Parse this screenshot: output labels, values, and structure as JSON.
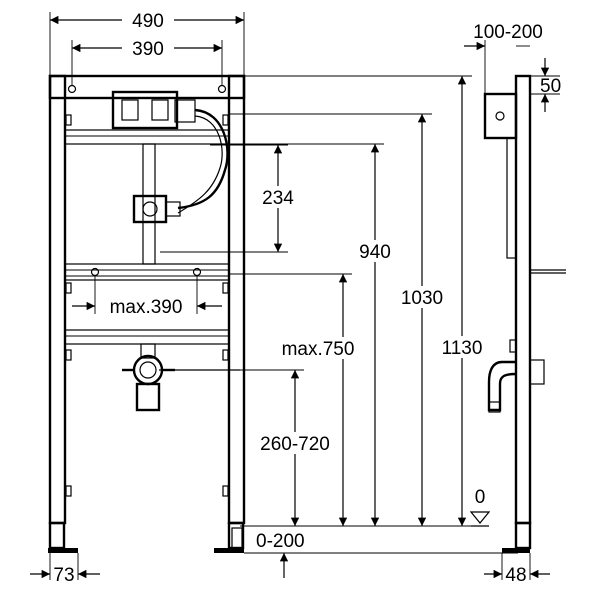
{
  "dimensions": {
    "frame_width": "490",
    "mount_spacing": "390",
    "pipe_height": "234",
    "inlet_height": "940",
    "mount_height_1030": "1030",
    "total_height": "1130",
    "bracket_width": "max.390",
    "max_height": "max.750",
    "outlet_range": "260-720",
    "floor_zero": "0",
    "foot_adjust": "0-200",
    "foot_width": "73",
    "depth_range": "100-200",
    "top_offset": "50",
    "side_foot": "48"
  }
}
